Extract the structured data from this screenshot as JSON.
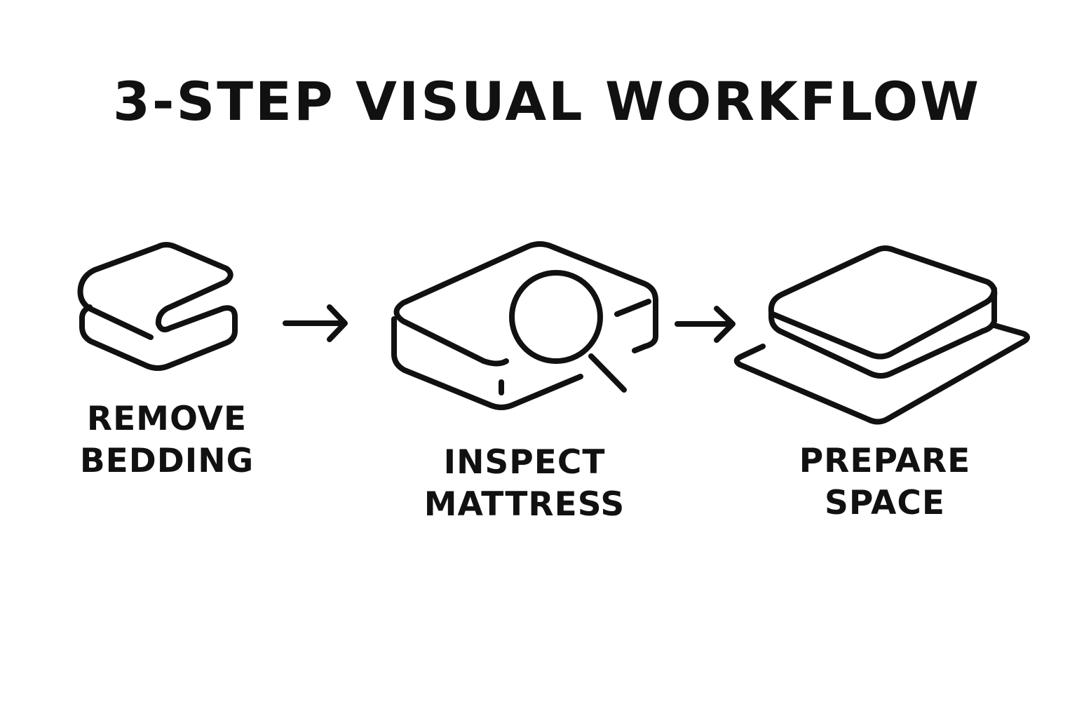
{
  "title": "3-STEP VISUAL WORKFLOW",
  "steps": [
    {
      "line1": "REMOVE",
      "line2": "BEDDING",
      "icon": "folded-bedding-icon"
    },
    {
      "line1": "INSPECT",
      "line2": "MATTRESS",
      "icon": "mattress-magnifier-icon"
    },
    {
      "line1": "PREPARE",
      "line2": "SPACE",
      "icon": "mattress-on-base-icon"
    }
  ],
  "arrows": [
    "arrow-right-icon",
    "arrow-right-icon"
  ]
}
